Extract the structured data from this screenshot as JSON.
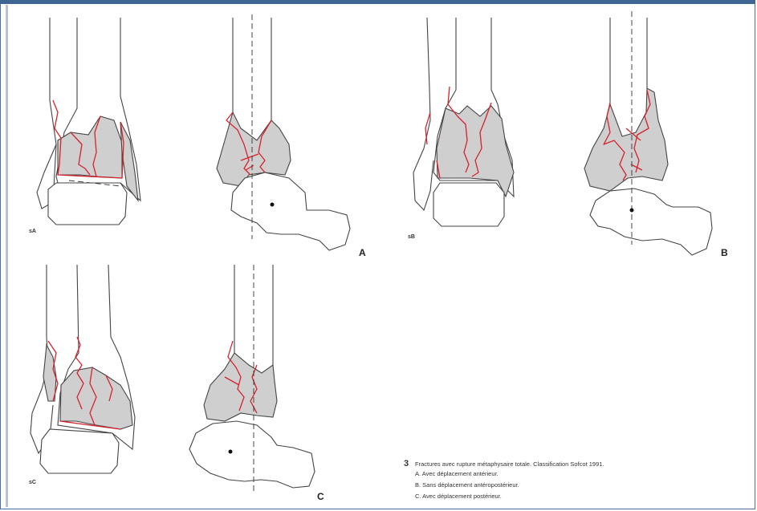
{
  "panels": {
    "a": {
      "label": "A",
      "mini": "sA"
    },
    "b": {
      "label": "B",
      "mini": "sB"
    },
    "c": {
      "label": "C",
      "mini": "sC"
    }
  },
  "caption": {
    "number": "3",
    "title": "Fractures avec rupture métaphysaire totale. Classification Sofcot 1991.",
    "items": [
      "A. Avec déplacement antérieur.",
      "B. Sans déplacement antéropostérieur.",
      "C. Avec déplacement postérieur."
    ]
  },
  "colors": {
    "fracture_lines": "#d6222c",
    "fragment_fill": "#cfcfcf",
    "outline": "#444444",
    "frame_border": "#4a6f9a"
  }
}
